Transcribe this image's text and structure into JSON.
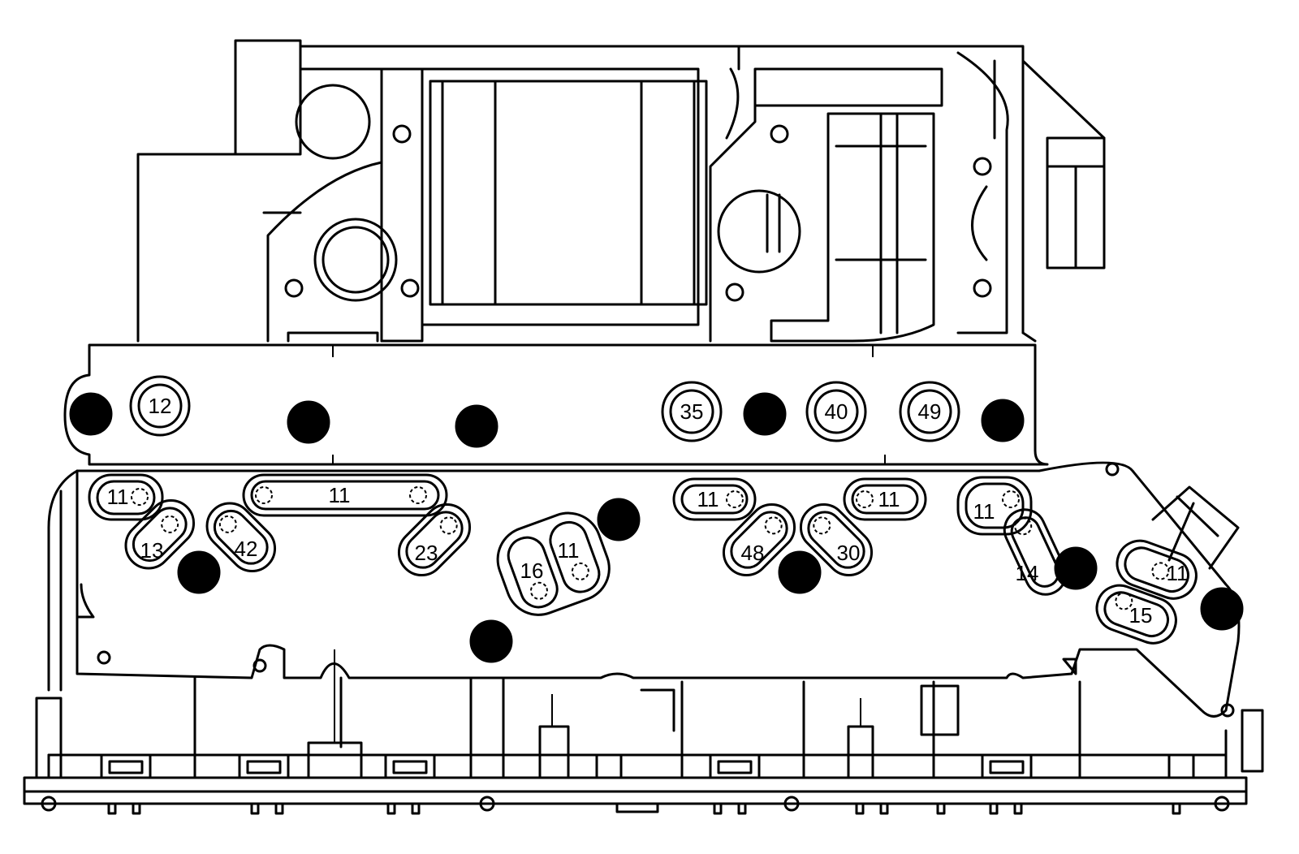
{
  "diagram": {
    "subject": "valve-body-assembly",
    "top_plate_labels": [
      "12",
      "35",
      "40",
      "49"
    ],
    "passage_labels": [
      "11",
      "11",
      "13",
      "42",
      "23",
      "16",
      "11",
      "11",
      "48",
      "11",
      "30",
      "11",
      "14",
      "11",
      "15"
    ]
  }
}
